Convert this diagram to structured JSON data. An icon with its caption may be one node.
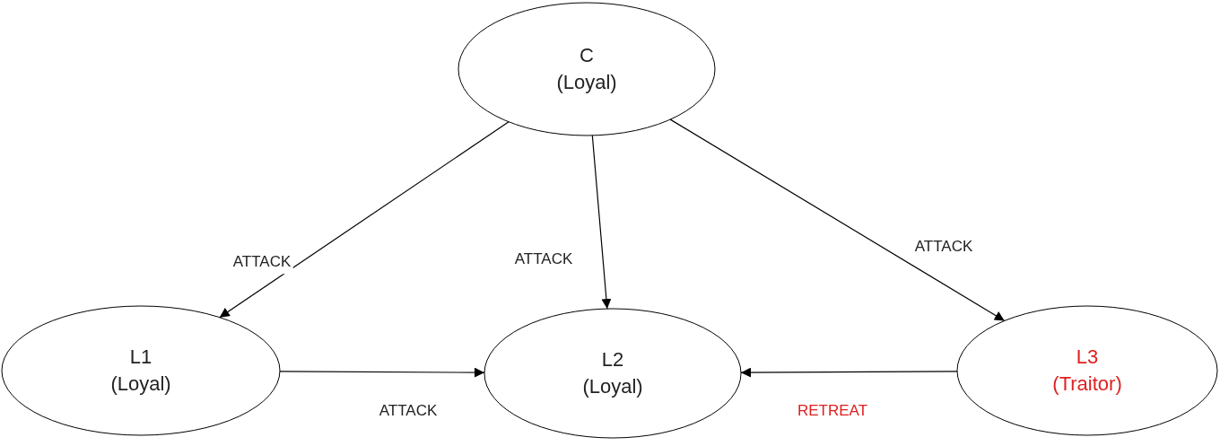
{
  "diagram": {
    "nodes": [
      {
        "text": [
          "C (Loyal)"
        ]
      },
      {
        "text": [
          "L1 (Loyal)"
        ]
      },
      {
        "text": [
          "L2 (Loyal)"
        ]
      },
      {
        "text": [
          "L3 (Traitor)"
        ]
      }
    ],
    "edges": [
      {
        "from": 0,
        "to": 1,
        "arrow": "to",
        "label": "ATTACK"
      },
      {
        "from": 0,
        "to": 2,
        "arrow": "to",
        "label": "ATTACK"
      },
      {
        "from": 0,
        "to": 3,
        "arrow": "to",
        "label": "ATTACK"
      },
      {
        "from": 1,
        "to": 2,
        "arrow": "to",
        "label": "ATTACK"
      },
      {
        "from": 3,
        "to": 2,
        "arrow": "to",
        "label": "RETREAT"
      }
    ]
  }
}
